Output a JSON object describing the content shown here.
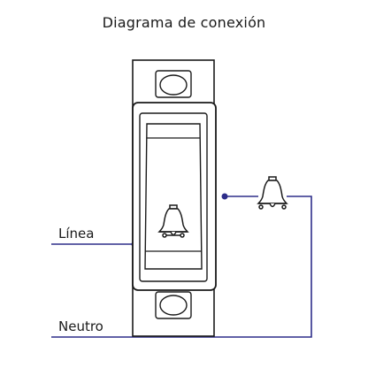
{
  "diagram": {
    "title": "Diagrama de conexión",
    "labels": {
      "line": "Línea",
      "neutral": "Neutro"
    },
    "colors": {
      "wire": "#2e2e8a",
      "outline": "#1a1a1a",
      "text": "#1a1a1a"
    },
    "icons": {
      "switch_symbol": "bell-icon",
      "load": "bell-icon"
    }
  }
}
